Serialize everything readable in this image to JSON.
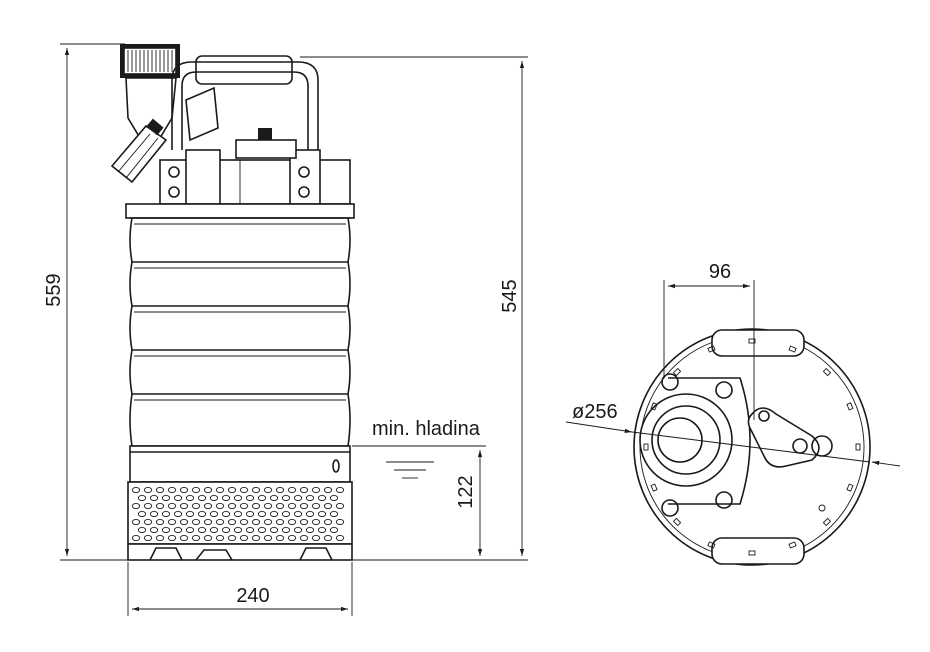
{
  "dimensions": {
    "overall_height": "559",
    "height_to_outlet": "545",
    "min_level_height": "122",
    "base_width": "240",
    "diameter": "ø256",
    "outlet_offset": "96"
  },
  "labels": {
    "min_level": "min. hladina"
  }
}
